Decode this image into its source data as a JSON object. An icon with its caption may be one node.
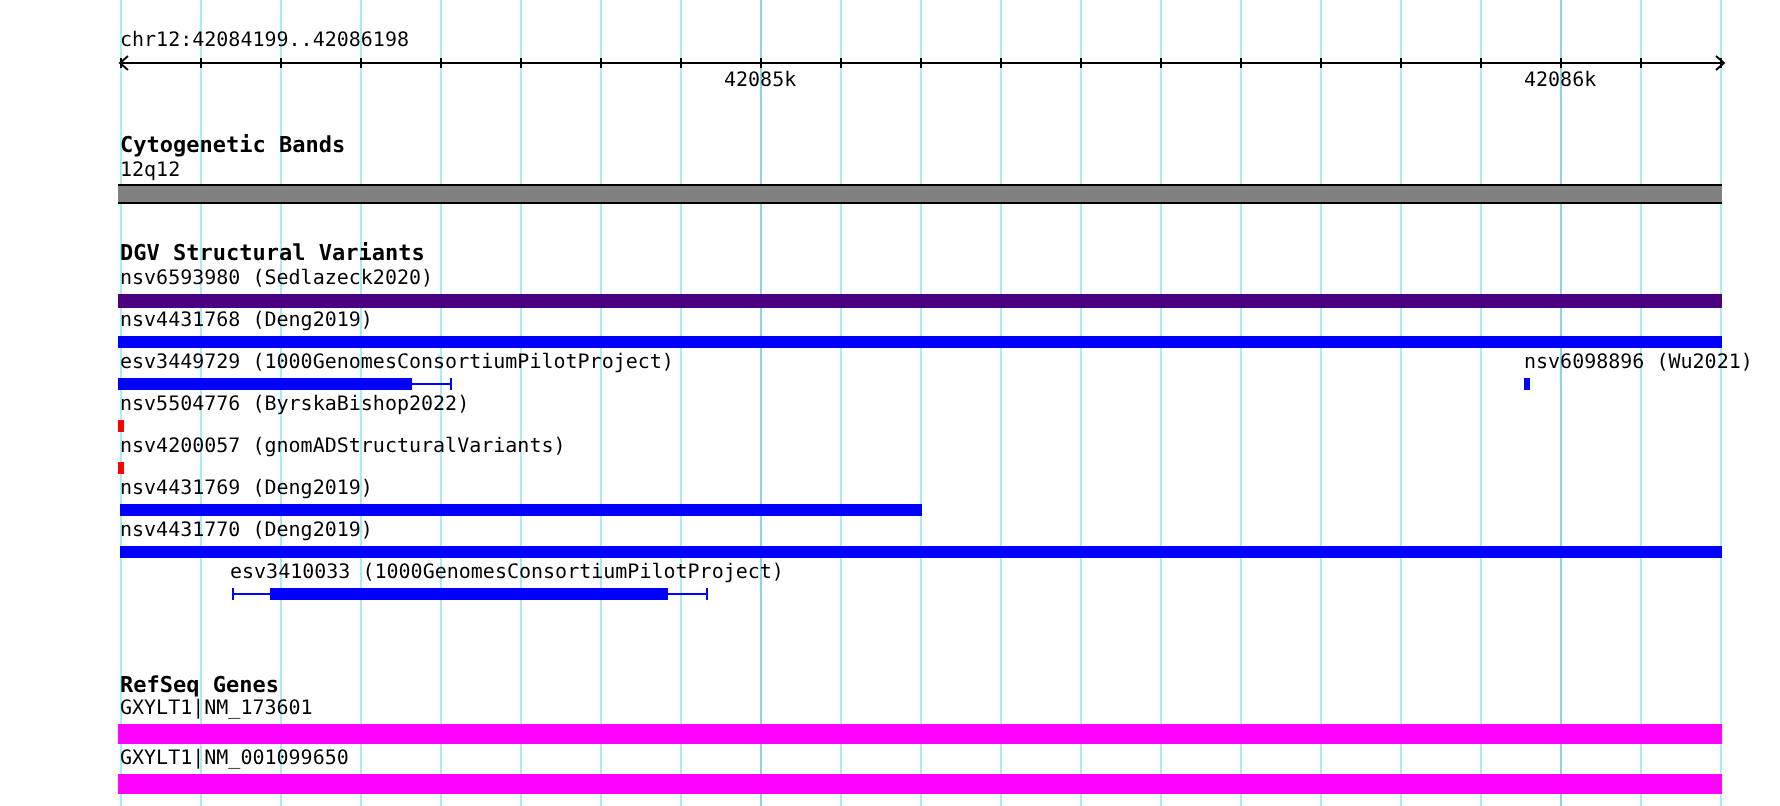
{
  "diagram": {
    "nodes": [
      {
        "text": [
          "12q12"
        ]
      },
      {
        "text": [
          "nsv6593980 (Sedlazeck2020)"
        ]
      },
      {
        "text": [
          "nsv4431768 (Deng2019)"
        ]
      },
      {
        "text": [
          "esv3449729 (1000GenomesConsortiumPilotProject)"
        ]
      },
      {
        "text": [
          "nsv6098896 (Wu2021)"
        ]
      },
      {
        "text": [
          "nsv5504776 (ByrskaBishop2022)"
        ]
      },
      {
        "text": [
          "nsv4200057 (gnomADStructuralVariants)"
        ]
      },
      {
        "text": [
          "nsv4431769 (Deng2019)"
        ]
      },
      {
        "text": [
          "nsv4431770 (Deng2019)"
        ]
      },
      {
        "text": [
          "esv3410033 (1000GenomesConsortiumPilotProject)"
        ]
      },
      {
        "text": [
          "GXYLT1|NM_173601"
        ]
      },
      {
        "text": [
          "GXYLT1|NM_001099650"
        ]
      }
    ],
    "labels": [
      "chr12:42084199..42086198",
      "42085k",
      "42086k",
      "Cytogenetic Bands",
      "DGV Structural Variants",
      "RefSeq Genes"
    ]
  }
}
